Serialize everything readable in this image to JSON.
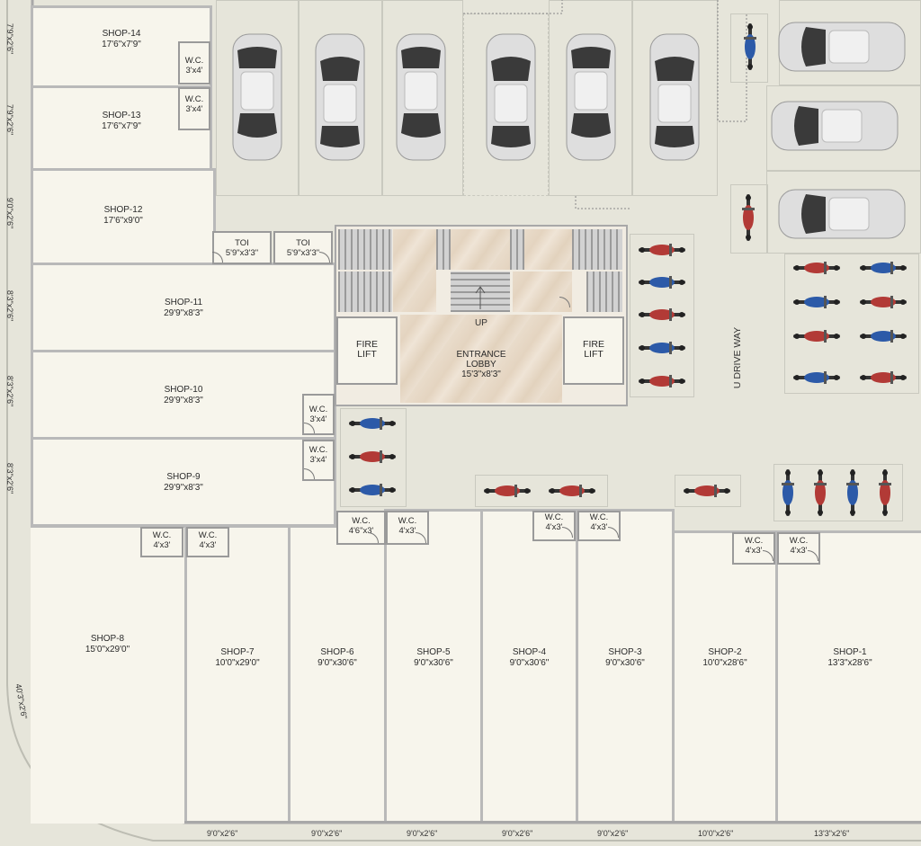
{
  "colors": {
    "background": "#e6e5da",
    "shop_fill": "#f7f5ec",
    "wall": "#b9b9b9",
    "bike_red": "#b23a36",
    "bike_blue": "#2c5aa8",
    "car_body": "#dedede"
  },
  "shops": {
    "s14": {
      "name": "SHOP-14",
      "size": "17'6\"x7'9\""
    },
    "s13": {
      "name": "SHOP-13",
      "size": "17'6\"x7'9\""
    },
    "s12": {
      "name": "SHOP-12",
      "size": "17'6\"x9'0\""
    },
    "s11": {
      "name": "SHOP-11",
      "size": "29'9\"x8'3\""
    },
    "s10": {
      "name": "SHOP-10",
      "size": "29'9\"x8'3\""
    },
    "s9": {
      "name": "SHOP-9",
      "size": "29'9\"x8'3\""
    },
    "s8": {
      "name": "SHOP-8",
      "size": "15'0\"x29'0\""
    },
    "s7": {
      "name": "SHOP-7",
      "size": "10'0\"x29'0\""
    },
    "s6": {
      "name": "SHOP-6",
      "size": "9'0\"x30'6\""
    },
    "s5": {
      "name": "SHOP-5",
      "size": "9'0\"x30'6\""
    },
    "s4": {
      "name": "SHOP-4",
      "size": "9'0\"x30'6\""
    },
    "s3": {
      "name": "SHOP-3",
      "size": "9'0\"x30'6\""
    },
    "s2": {
      "name": "SHOP-2",
      "size": "10'0\"x28'6\""
    },
    "s1": {
      "name": "SHOP-1",
      "size": "13'3\"x28'6\""
    }
  },
  "wcs": {
    "wc14": {
      "name": "W.C.",
      "size": "3'x4'"
    },
    "wc13": {
      "name": "W.C.",
      "size": "3'x4'"
    },
    "wc10": {
      "name": "W.C.",
      "size": "3'x4'"
    },
    "wc9": {
      "name": "W.C.",
      "size": "3'x4'"
    },
    "wc8": {
      "name": "W.C.",
      "size": "4'x3'"
    },
    "wc7": {
      "name": "W.C.",
      "size": "4'x3'"
    },
    "wc6": {
      "name": "W.C.",
      "size": "4'6\"x3'"
    },
    "wc5": {
      "name": "W.C.",
      "size": "4'x3'"
    },
    "wc4": {
      "name": "W.C.",
      "size": "4'x3'"
    },
    "wc3": {
      "name": "W.C.",
      "size": "4'x3'"
    },
    "wc2": {
      "name": "W.C.",
      "size": "4'x3'"
    },
    "wc1": {
      "name": "W.C.",
      "size": "4'x3'"
    }
  },
  "toilets": {
    "t1": {
      "name": "TOI",
      "size": "5'9\"x3'3\""
    },
    "t2": {
      "name": "TOI",
      "size": "5'9\"x3'3\""
    }
  },
  "core": {
    "lobby_name": "ENTRANCE",
    "lobby_name2": "LOBBY",
    "lobby_size": "15'3\"x8'3\"",
    "up_label": "UP",
    "lift_l1": "FIRE",
    "lift_l2": "LIFT"
  },
  "drive_way": "U DRIVE WAY",
  "left_dims": [
    "7'9\"x2'6\"",
    "7'9\"x2'6\"",
    "9'0\"x2'6\"",
    "8'3\"x2'6\"",
    "8'3\"x2'6\"",
    "8'3\"x2'6\"",
    "40'3\"x2'6\""
  ],
  "bottom_dims": [
    "9'0\"x2'6\"",
    "9'0\"x2'6\"",
    "9'0\"x2'6\"",
    "9'0\"x2'6\"",
    "9'0\"x2'6\"",
    "10'0\"x2'6\"",
    "13'3\"x2'6\""
  ]
}
